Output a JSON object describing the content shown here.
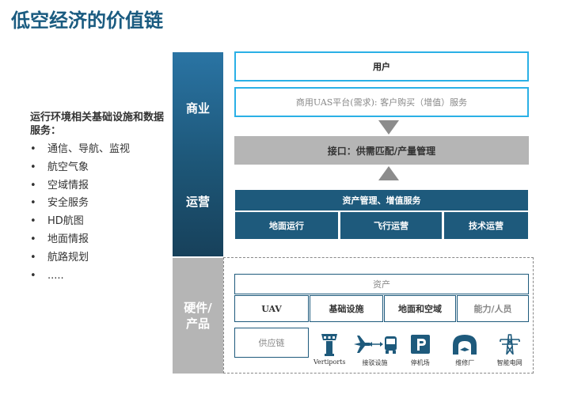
{
  "title": "低空经济的价值链",
  "sidebar": {
    "heading": "运行环境相关基础设施和数据服务：",
    "bullet": "•",
    "items": [
      "通信、导航、监视",
      "航空气象",
      "空域情报",
      "安全服务",
      "HD航图",
      "地面情报",
      "航路规划",
      "....."
    ]
  },
  "bands": {
    "commercial": "商业",
    "operations": "运营",
    "hardware": "硬件/产品"
  },
  "commercial": {
    "users": "用户",
    "platform": "商用UAS平台(需求): 客户购买（增值）服务"
  },
  "interface": "接口：供需匹配/产量管理",
  "operations": {
    "header": "资产管理、增值服务",
    "items": [
      "地面运行",
      "飞行运营",
      "技术运营"
    ]
  },
  "hardware": {
    "assets": "资产",
    "categories": [
      "UAV",
      "基础设施",
      "地面和空域",
      "能力/人员"
    ],
    "supply_chain": "供应链",
    "icons": [
      {
        "icon": "control-tower-icon",
        "label": "Vertiports"
      },
      {
        "icon": "plane-bus-icon",
        "label": "接驳设施"
      },
      {
        "icon": "parking-icon",
        "label": "停机场"
      },
      {
        "icon": "hangar-icon",
        "label": "维修厂"
      },
      {
        "icon": "power-tower-icon",
        "label": "智能电网"
      }
    ]
  },
  "colors": {
    "title": "#1a5b80",
    "dark_blue": "#1e5a7c",
    "outline_blue": "#2ab0e6",
    "band_grey": "#b5b5b5"
  }
}
